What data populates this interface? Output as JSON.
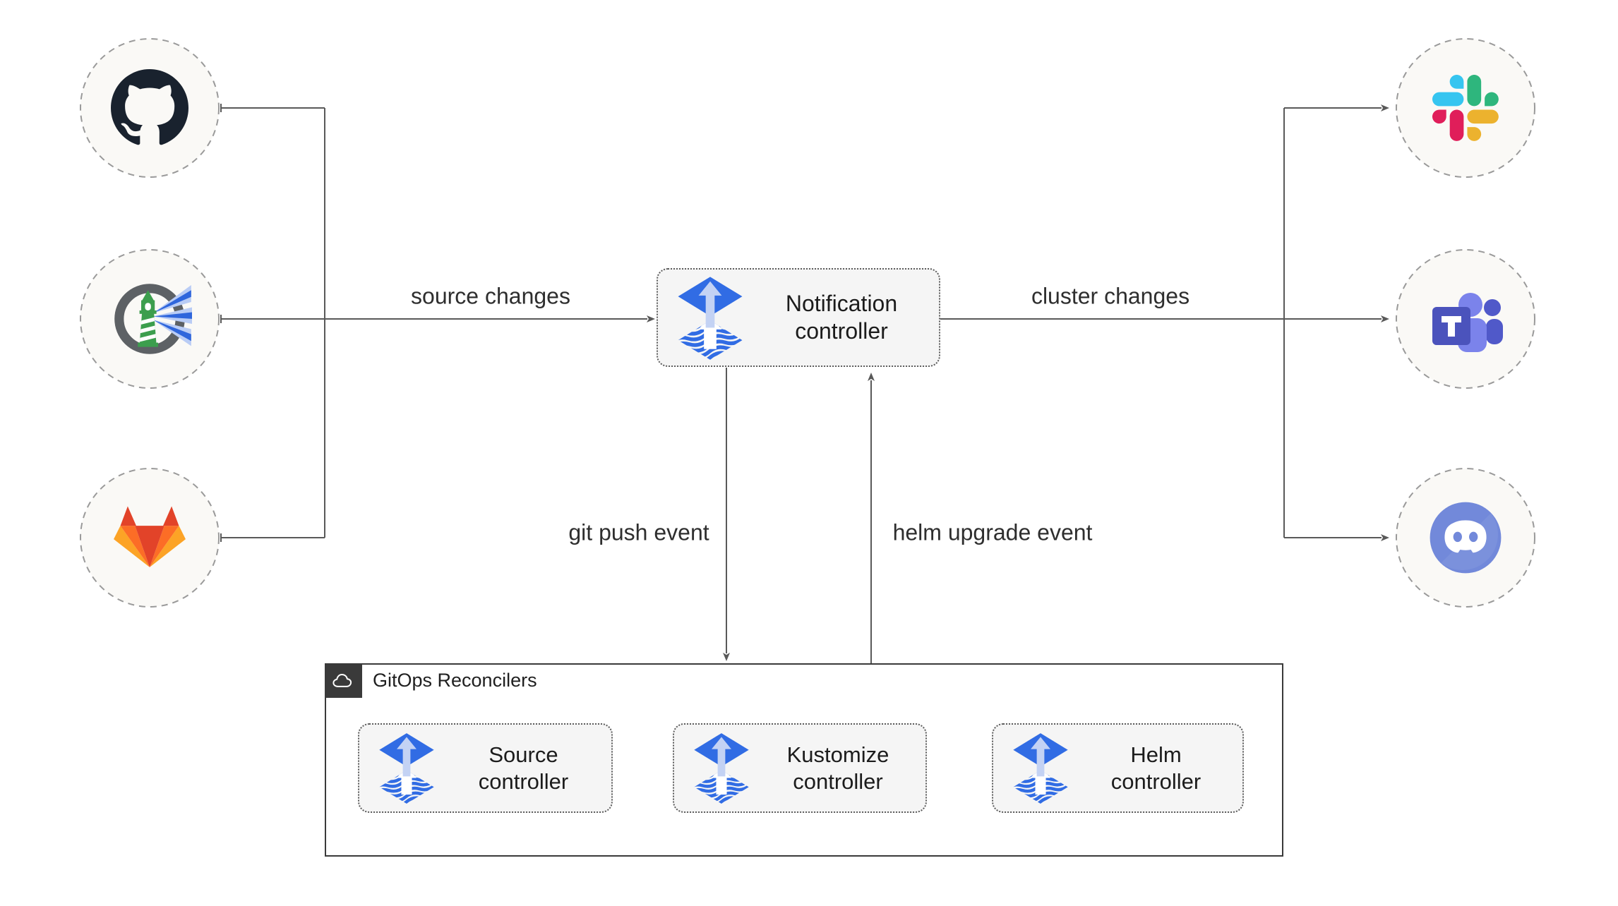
{
  "diagram": {
    "edge_labels": {
      "source_changes": "source changes",
      "cluster_changes": "cluster changes",
      "git_push_event": "git push event",
      "helm_upgrade_event": "helm upgrade event"
    },
    "notification_controller": {
      "label": "Notification controller"
    },
    "gitops_group": {
      "title": "GitOps Reconcilers",
      "controllers": [
        {
          "label": "Source controller"
        },
        {
          "label": "Kustomize controller"
        },
        {
          "label": "Helm controller"
        }
      ]
    },
    "nodes": {
      "left": [
        {
          "icon": "github-icon"
        },
        {
          "icon": "harbor-icon"
        },
        {
          "icon": "gitlab-icon"
        }
      ],
      "right": [
        {
          "icon": "slack-icon"
        },
        {
          "icon": "microsoft-teams-icon"
        },
        {
          "icon": "discord-icon"
        }
      ]
    },
    "colors": {
      "flux_blue": "#316ce4",
      "flux_arrow_light": "#c3d2f4",
      "line": "#595959",
      "box_fill": "#f5f5f5",
      "box_border": "#5c5c5c",
      "node_fill": "#faf9f6",
      "node_border": "#9a9a9a",
      "container_border": "#3a3a3a",
      "github": "#19222e",
      "discord": "#7289da",
      "teams": "#4b53bc",
      "slack": [
        "#36C5F0",
        "#2EB67D",
        "#E01E5A",
        "#ECB22E"
      ],
      "gitlab": [
        "#e24329",
        "#fc6d26",
        "#fca326"
      ],
      "harbor_green": "#3c9e4d"
    }
  }
}
